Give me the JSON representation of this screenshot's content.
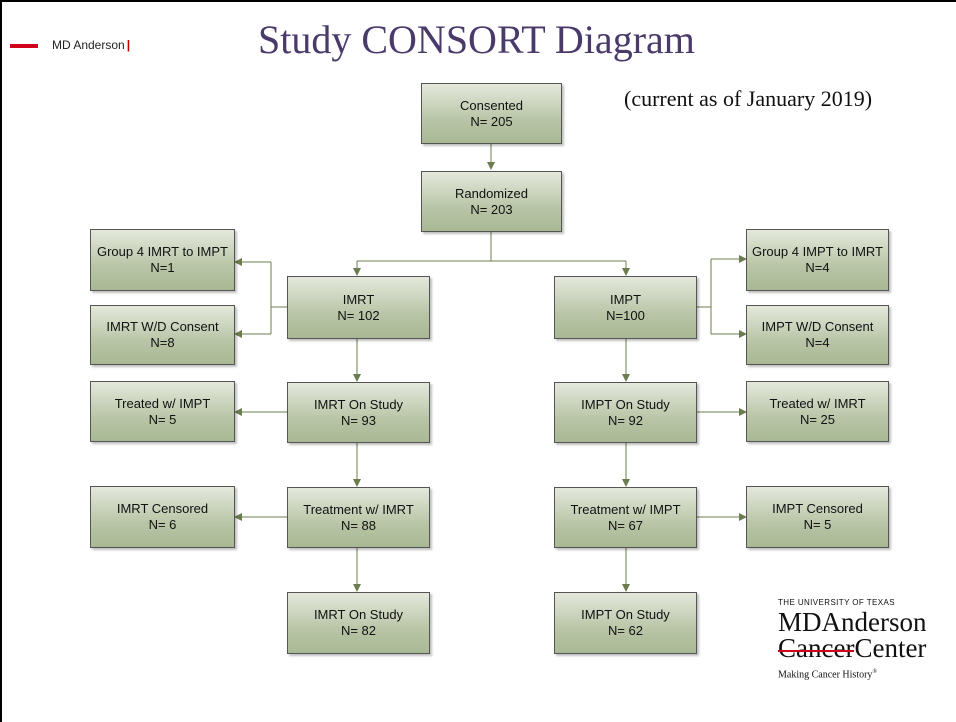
{
  "header": {
    "brand": "MD Anderson",
    "title": "Study CONSORT Diagram",
    "subtitle": "(current as of January 2019)"
  },
  "boxes": {
    "consented": {
      "label": "Consented",
      "count": "N= 205"
    },
    "randomized": {
      "label": "Randomized",
      "count": "N= 203"
    },
    "imrt": {
      "label": "IMRT",
      "count": "N= 102"
    },
    "impt": {
      "label": "IMPT",
      "count": "N=100"
    },
    "group4_imrt": {
      "label": "Group 4 IMRT to IMPT",
      "count": "N=1"
    },
    "imrt_wd": {
      "label": "IMRT W/D Consent",
      "count": "N=8"
    },
    "group4_impt": {
      "label": "Group 4 IMPT to IMRT",
      "count": "N=4"
    },
    "impt_wd": {
      "label": "IMPT W/D Consent",
      "count": "N=4"
    },
    "imrt_on_study_1": {
      "label": "IMRT On Study",
      "count": "N= 93"
    },
    "impt_on_study_1": {
      "label": "IMPT On Study",
      "count": "N= 92"
    },
    "treated_impt": {
      "label": "Treated w/ IMPT",
      "count": "N= 5"
    },
    "treated_imrt": {
      "label": "Treated w/ IMRT",
      "count": "N= 25"
    },
    "treatment_imrt": {
      "label": "Treatment w/ IMRT",
      "count": "N= 88"
    },
    "treatment_impt": {
      "label": "Treatment w/ IMPT",
      "count": "N= 67"
    },
    "imrt_censored": {
      "label": "IMRT Censored",
      "count": "N= 6"
    },
    "impt_censored": {
      "label": "IMPT Censored",
      "count": "N= 5"
    },
    "imrt_on_study_2": {
      "label": "IMRT On Study",
      "count": "N= 82"
    },
    "impt_on_study_2": {
      "label": "IMPT On Study",
      "count": "N= 62"
    }
  },
  "logo": {
    "line1": "THE UNIVERSITY OF TEXAS",
    "line2": "MDAnderson",
    "line3a": "Cancer",
    "line3b": "Center",
    "tagline": "Making Cancer History"
  },
  "colors": {
    "box_fill": "#b9c5a7",
    "connector": "#6b7d4e",
    "title": "#4a3a6a",
    "accent_red": "#d0021b"
  }
}
